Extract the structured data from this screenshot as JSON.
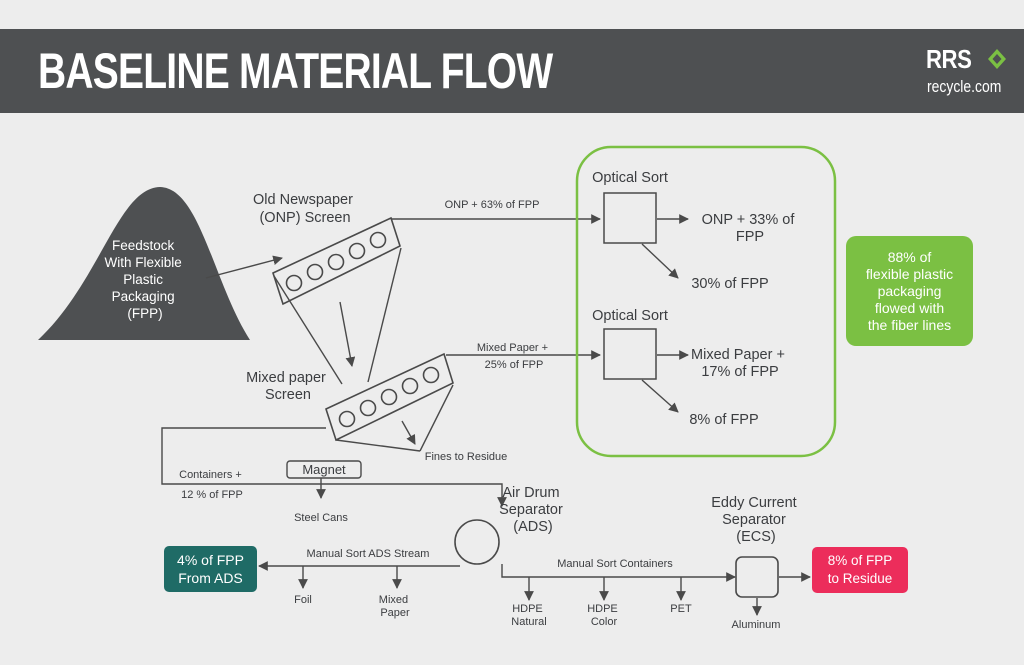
{
  "header": {
    "title": "BASELINE MATERIAL FLOW",
    "logo_main": "RRS",
    "logo_sub": "recycle.com"
  },
  "colors": {
    "header_bg": "#4e5052",
    "accent_green": "#7bc043",
    "teal": "#1f6b66",
    "red": "#ec2d5b",
    "line": "#4a4a4a"
  },
  "nodes": {
    "feedstock": [
      "Feedstock",
      "With Flexible",
      "Plastic",
      "Packaging",
      "(FPP)"
    ],
    "onp_screen": [
      "Old Newspaper",
      "(ONP) Screen"
    ],
    "mixed_screen": [
      "Mixed paper",
      "Screen"
    ],
    "optical_sort_1": "Optical Sort",
    "optical_sort_2": "Optical Sort",
    "onp_out": [
      "ONP + 33% of",
      "FPP"
    ],
    "fpp_30": "30% of FPP",
    "mixed_out": [
      "Mixed Paper +",
      "17% of FPP"
    ],
    "fpp_8": "8% of FPP",
    "magnet": "Magnet",
    "ads": [
      "Air Drum",
      "Separator",
      "(ADS)"
    ],
    "ecs": [
      "Eddy Current",
      "Separator",
      "(ECS)"
    ]
  },
  "flow_labels": {
    "onp_63": "ONP + 63% of FPP",
    "mixed_25": [
      "Mixed Paper +",
      "25% of FPP"
    ],
    "fines": "Fines to Residue",
    "containers_12": [
      "Containers +",
      "12 % of FPP"
    ],
    "steel_cans": "Steel Cans",
    "manual_ads": "Manual Sort ADS Stream",
    "foil": "Foil",
    "mixed_paper_out": [
      "Mixed",
      "Paper"
    ],
    "manual_containers": "Manual Sort Containers",
    "hdpe_natural": [
      "HDPE",
      "Natural"
    ],
    "hdpe_color": [
      "HDPE",
      "Color"
    ],
    "pet": "PET",
    "aluminum": "Aluminum"
  },
  "callouts": {
    "fiber_lines": [
      "88% of",
      "flexible plastic",
      "packaging",
      "flowed with",
      "the fiber lines"
    ],
    "ads_out": [
      "4% of FPP",
      "From ADS"
    ],
    "residue": [
      "8% of FPP",
      "to Residue"
    ]
  }
}
